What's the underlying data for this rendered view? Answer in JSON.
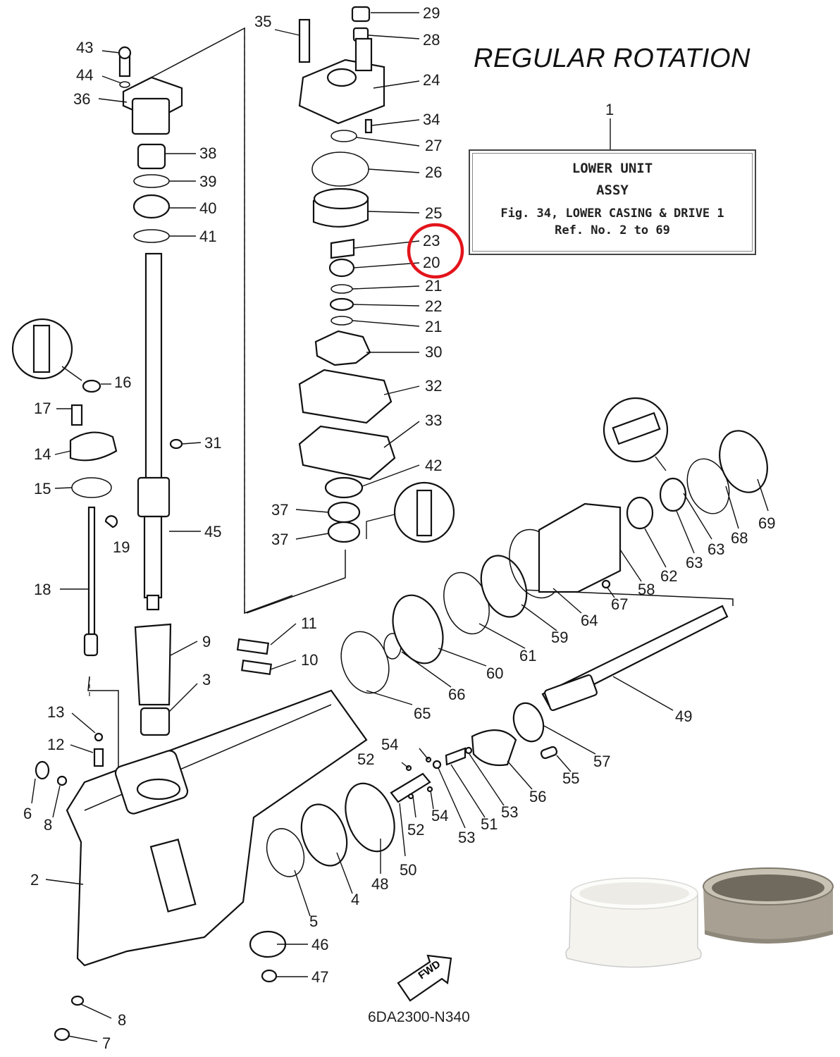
{
  "title": "REGULAR ROTATION",
  "infobox": {
    "ref_number": "1",
    "line1": "LOWER UNIT",
    "line2": "ASSY",
    "line3": "Fig. 34, LOWER CASING & DRIVE 1",
    "line4": "Ref. No. 2 to 69"
  },
  "drawing_code": "6DA2300-N340",
  "fwd_label": "FWD",
  "highlight": {
    "parts": [
      "23",
      "20"
    ],
    "color": "#e3141b"
  },
  "callouts": {
    "c29": "29",
    "c28": "28",
    "c35": "35",
    "c24": "24",
    "c34": "34",
    "c27": "27",
    "c26": "26",
    "c25": "25",
    "c23": "23",
    "c20": "20",
    "c21a": "21",
    "c22": "22",
    "c21b": "21",
    "c30": "30",
    "c32": "32",
    "c33": "33",
    "c42": "42",
    "c37a": "37",
    "c37b": "37",
    "c43": "43",
    "c44": "44",
    "c36": "36",
    "c38": "38",
    "c39": "39",
    "c40": "40",
    "c41": "41",
    "c16": "16",
    "c17": "17",
    "c14": "14",
    "c15": "15",
    "c31": "31",
    "c45": "45",
    "c19": "19",
    "c18": "18",
    "c9": "9",
    "c11": "11",
    "c10": "10",
    "c3": "3",
    "c13": "13",
    "c12": "12",
    "c6": "6",
    "c8a": "8",
    "c2": "2",
    "c8b": "8",
    "c7": "7",
    "c5": "5",
    "c4": "4",
    "c46": "46",
    "c47": "47",
    "c48": "48",
    "c50": "50",
    "c52a": "52",
    "c54a": "54",
    "c52b": "52",
    "c54b": "54",
    "c53a": "53",
    "c51": "51",
    "c53b": "53",
    "c56": "56",
    "c55": "55",
    "c57": "57",
    "c49": "49",
    "c65": "65",
    "c66": "66",
    "c60": "60",
    "c61": "61",
    "c59": "59",
    "c64": "64",
    "c67": "67",
    "c58": "58",
    "c62": "62",
    "c63a": "63",
    "c63b": "63",
    "c68": "68",
    "c69": "69"
  },
  "photo_parts": [
    {
      "name": "white-sleeve",
      "color": "#f4f3ee"
    },
    {
      "name": "metal-sleeve",
      "color": "#a8a193"
    }
  ]
}
